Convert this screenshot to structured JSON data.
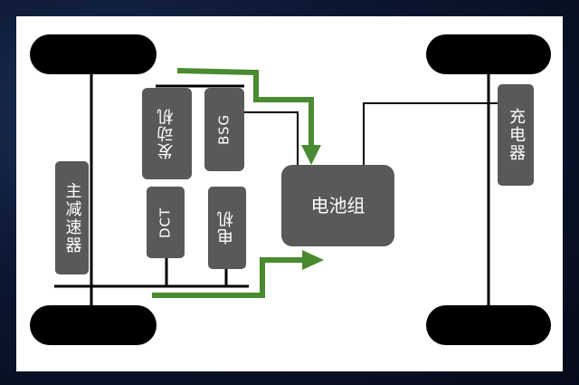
{
  "components": {
    "final_drive": "主减速器",
    "engine": "发动机",
    "bsg": "BSG",
    "dct": "DCT",
    "motor": "电机",
    "battery": "电池组",
    "charger": "充电器"
  },
  "colors": {
    "box": "#595959",
    "wheel": "#000000",
    "arrow": "#4a8a30",
    "line": "#000000",
    "background": "#0a1428"
  }
}
